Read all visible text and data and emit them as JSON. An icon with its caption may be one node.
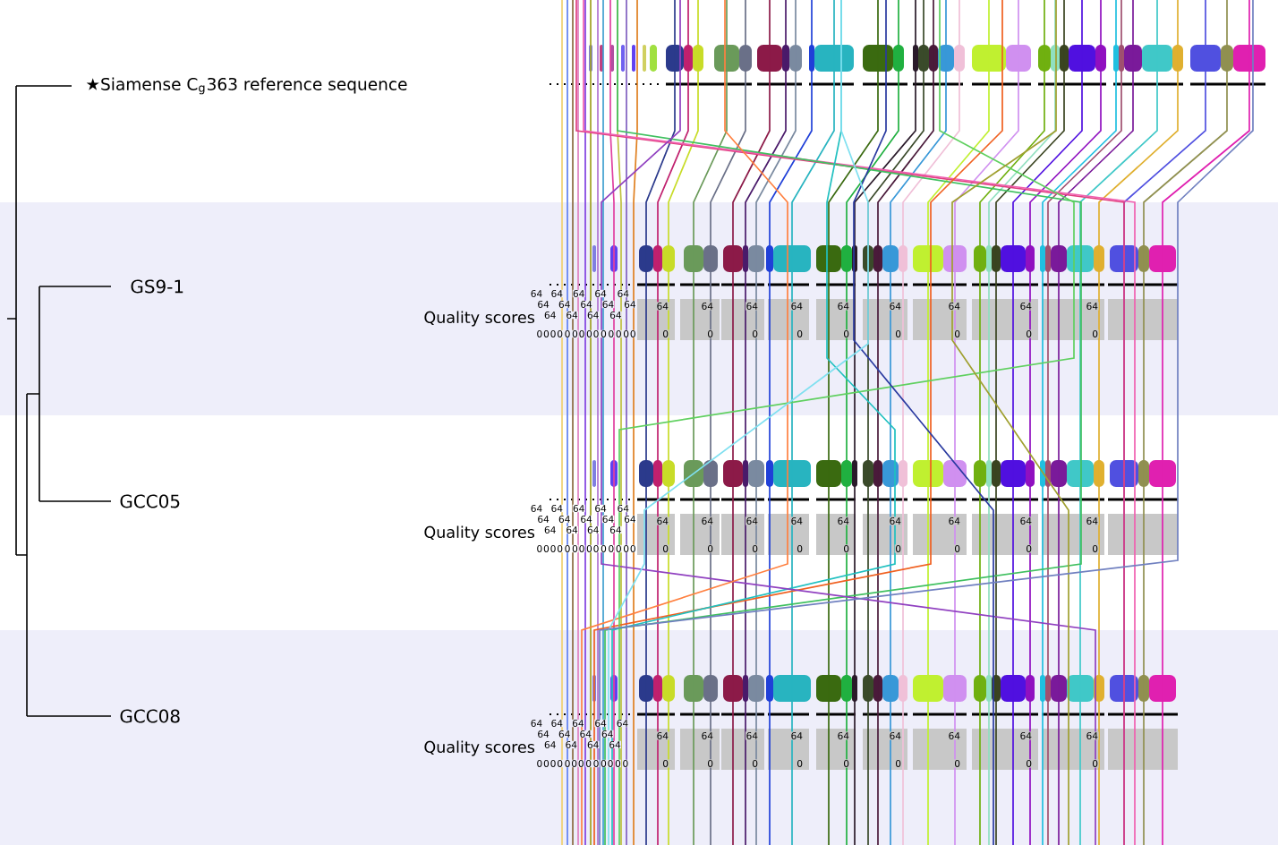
{
  "diagram": {
    "labels": [
      "★Siamense C$_{g}$363 reference sequence",
      "GS9-1",
      "Quality scores",
      "64",
      "64",
      "64",
      "64",
      "64",
      "64",
      "64",
      "64",
      "64",
      "64",
      "64",
      "64",
      "64",
      "64",
      "64",
      "64",
      "64",
      "64",
      "64",
      "64",
      "64",
      "64",
      "64",
      "0",
      "0",
      "0",
      "0",
      "0",
      "0",
      "0",
      "0",
      "0",
      "0",
      "0",
      "0",
      "0",
      "0",
      "0",
      "0",
      "0",
      "0",
      "0",
      "0",
      "0",
      "0",
      "0",
      "GCC05",
      "Quality scores",
      "64",
      "64",
      "64",
      "64",
      "64",
      "64",
      "64",
      "64",
      "64",
      "64",
      "64",
      "64",
      "64",
      "64",
      "64",
      "64",
      "64",
      "64",
      "64",
      "64",
      "64",
      "64",
      "64",
      "0",
      "0",
      "0",
      "0",
      "0",
      "0",
      "0",
      "0",
      "0",
      "0",
      "0",
      "0",
      "0",
      "0",
      "0",
      "0",
      "0",
      "0",
      "0",
      "0",
      "0",
      "0",
      "0",
      "GCC08",
      "Quality scores",
      "64",
      "64",
      "64",
      "64",
      "64",
      "64",
      "64",
      "64",
      "64",
      "64",
      "64",
      "64",
      "64",
      "64",
      "64",
      "64",
      "64",
      "64",
      "64",
      "64",
      "64",
      "64",
      "0",
      "0",
      "0",
      "0",
      "0",
      "0",
      "0",
      "0",
      "0",
      "0",
      "0",
      "0",
      "0",
      "0",
      "0",
      "0",
      "0",
      "0",
      "0",
      "0",
      "0",
      "0"
    ]
  }
}
